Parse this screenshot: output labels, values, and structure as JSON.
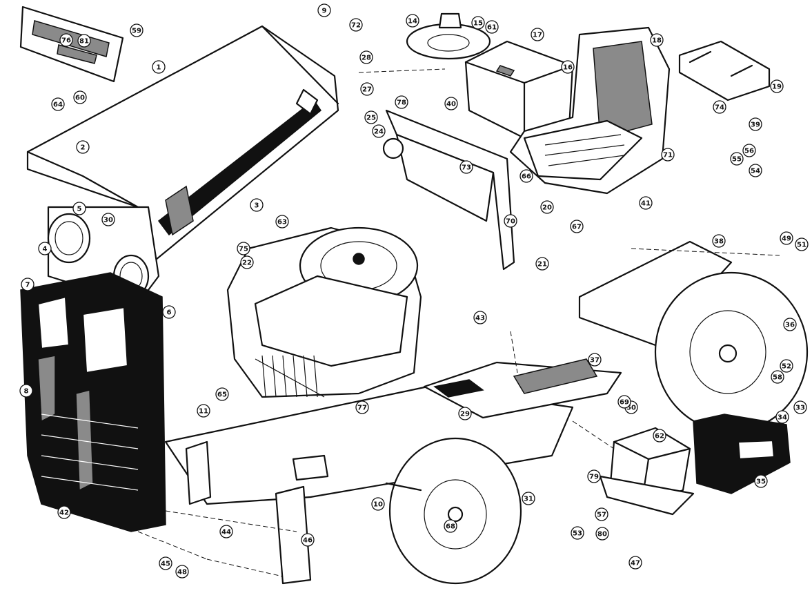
{
  "callouts": [
    "1",
    "2",
    "3",
    "4",
    "5",
    "6",
    "7",
    "8",
    "9",
    "10",
    "11",
    "14",
    "15",
    "16",
    "17",
    "18",
    "19",
    "20",
    "21",
    "22",
    "24",
    "25",
    "27",
    "28",
    "29",
    "30",
    "31",
    "33",
    "34",
    "35",
    "36",
    "37",
    "38",
    "39",
    "40",
    "41",
    "42",
    "43",
    "44",
    "45",
    "46",
    "47",
    "48",
    "49",
    "50",
    "51",
    "52",
    "53",
    "54",
    "55",
    "56",
    "57",
    "58",
    "59",
    "60",
    "61",
    "62",
    "63",
    "64",
    "65",
    "66",
    "67",
    "68",
    "69",
    "70",
    "71",
    "72",
    "73",
    "74",
    "75",
    "76",
    "77",
    "78",
    "79",
    "80",
    "81"
  ],
  "colors": {
    "ink": "#111111",
    "paper": "#ffffff",
    "screen": "#8a8a8a"
  }
}
